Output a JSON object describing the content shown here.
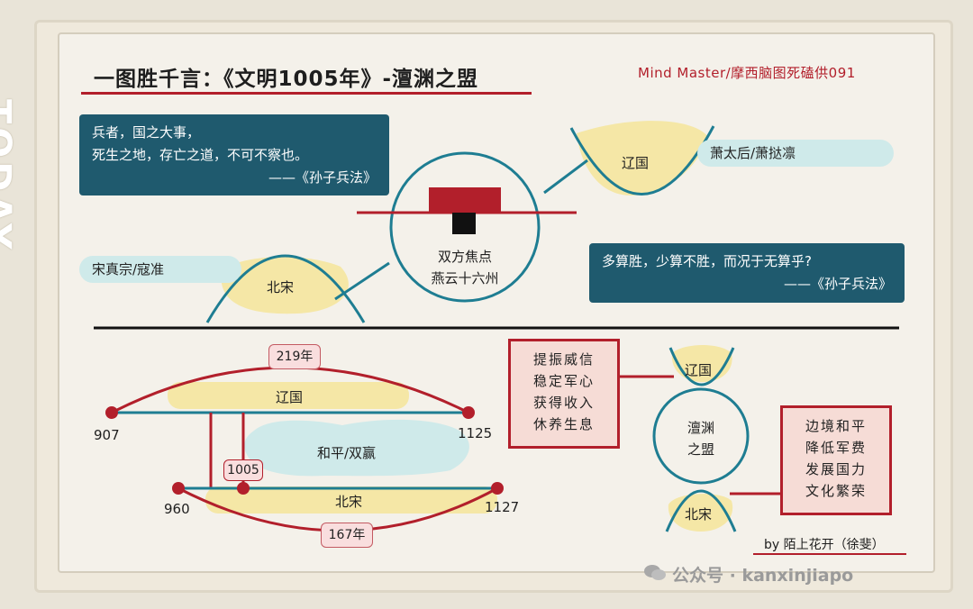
{
  "header": {
    "title": "一图胜千言：《文明1005年》-澶渊之盟",
    "brand": "Mind Master/摩西脑图死磕供091",
    "side_text": "TODAY"
  },
  "quotes": {
    "top_left": {
      "line1": "兵者，国之大事，",
      "line2": "死生之地，存亡之道，不可不察也。",
      "source": "——《孙子兵法》"
    },
    "right": {
      "line1": "多算胜，少算不胜，而况于无算乎?",
      "source": "——《孙子兵法》"
    }
  },
  "upper_diagram": {
    "liao_label": "辽国",
    "liao_leaders": "萧太后/萧挞凛",
    "song_label": "北宋",
    "song_leaders": "宋真宗/寇准",
    "focus_line1": "双方焦点",
    "focus_line2": "燕云十六州"
  },
  "timeline": {
    "liao_span_label": "219年",
    "liao_label": "辽国",
    "liao_start": "907",
    "liao_end": "1125",
    "peace_label": "和平/双赢",
    "year_tag": "1005",
    "song_start": "960",
    "song_end": "1127",
    "song_label": "北宋",
    "song_span_label": "167年"
  },
  "treaty": {
    "center_line1": "澶渊",
    "center_line2": "之盟",
    "liao_label": "辽国",
    "song_label": "北宋",
    "liao_effects": [
      "提振威信",
      "稳定军心",
      "获得收入",
      "休养生息"
    ],
    "song_effects": [
      "边境和平",
      "降低军费",
      "发展国力",
      "文化繁荣"
    ]
  },
  "footer": {
    "signature": "by 陌上花开（徐斐）",
    "watermark": "公众号 · kanxinjiapo"
  },
  "colors": {
    "accent_red": "#b21f2b",
    "teal_dark": "#1f5a6e",
    "ring_blue": "#1e7d92",
    "yellow_fill": "#f5e7a6",
    "cyan_fill": "#cfeaea"
  }
}
